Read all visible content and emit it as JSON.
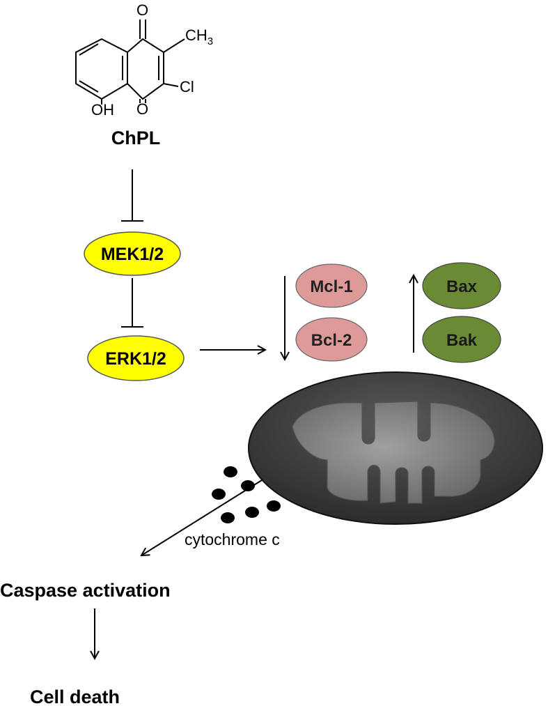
{
  "compound": {
    "name": "ChPL",
    "atoms": {
      "oxygen_top": "O",
      "oxygen_bottom": "O",
      "methyl": "CH",
      "methyl_sub": "3",
      "chloro": "Cl",
      "hydroxyl": "OH"
    }
  },
  "nodes": {
    "mek": "MEK1/2",
    "erk": "ERK1/2",
    "mcl1": "Mcl-1",
    "bcl2": "Bcl-2",
    "bax": "Bax",
    "bak": "Bak"
  },
  "labels": {
    "cytochrome": "cytochrome c",
    "caspase": "Caspase activation",
    "death": "Cell death"
  },
  "colors": {
    "kinase_fill": "#ffff00",
    "antiapoptotic_fill": "#de9a98",
    "proapoptotic_fill": "#6b8a34",
    "mito_outer": "#3c3c3c",
    "mito_inner": "#8c8c8c"
  }
}
